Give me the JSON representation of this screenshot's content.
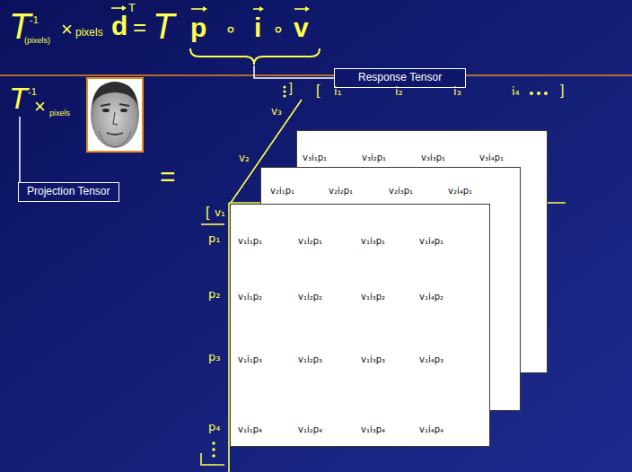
{
  "diagram": {
    "nodes": [
      {
        "text": [
          "Response Tensor"
        ]
      },
      {
        "text": [
          "Projection Tensor"
        ]
      },
      {
        "text": [
          "v₃i₁p₁",
          "v₃i₂p₁",
          "v₃i₃p₁",
          "v₃i₄p₁"
        ]
      },
      {
        "text": [
          "v₂i₁p₁",
          "v₂i₂p₁",
          "v₂i₃p₁",
          "v₂i₄p₁"
        ]
      },
      {
        "text": [
          "v₁i₁p₁",
          "v₁i₂p₁",
          "v₁i₃p₁",
          "v₁i₄p₁",
          "v₁i₁p₂",
          "v₁i₂p₂",
          "v₁i₃p₂",
          "v₁i₄p₂",
          "v₁i₁p₃",
          "v₁i₂p₃",
          "v₁i₃p₃",
          "v₁i₄p₃",
          "v₁i₁p₄",
          "v₁i₂p₄",
          "v₁i₃p₄",
          "v₁i₄p₄"
        ]
      }
    ],
    "labels": [
      "T",
      "-1",
      "(pixels)",
      "×",
      "pixels",
      "d",
      "T",
      "=",
      "T",
      "p",
      "∘",
      "i",
      "∘",
      "v",
      "T",
      "-1",
      "×",
      "pixels",
      "=",
      "[",
      "i₁",
      "i₂",
      "i₃",
      "i₄",
      "]",
      "v₃",
      "]",
      "v₂",
      "[",
      "v₁",
      "p₁",
      "p₂",
      "p₃",
      "p₄"
    ]
  }
}
